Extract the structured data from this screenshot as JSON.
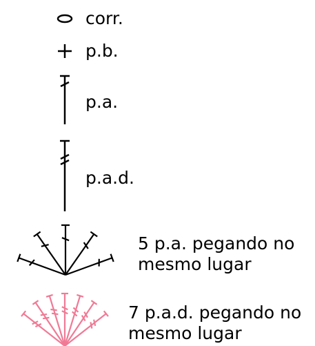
{
  "legend": {
    "items": [
      {
        "id": "chain",
        "symbol": "oval-icon",
        "label": "corr."
      },
      {
        "id": "single-crochet",
        "symbol": "plus-icon",
        "label": "p.b."
      },
      {
        "id": "double-crochet",
        "symbol": "one-bar-stitch-icon",
        "label": "p.a."
      },
      {
        "id": "treble-crochet",
        "symbol": "two-bar-stitch-icon",
        "label": "p.a.d."
      },
      {
        "id": "five-dc-shell",
        "symbol": "fan-5-stitch-icon",
        "label_line1": "5 p.a. pegando no",
        "label_line2": "mesmo lugar"
      },
      {
        "id": "seven-tr-shell",
        "symbol": "fan-7-stitch-icon",
        "label_line1": "7 p.a.d. pegando no",
        "label_line2": "mesmo lugar"
      }
    ]
  },
  "colors": {
    "symbol_default": "#000000",
    "symbol_highlight": "#f07a95",
    "text": "#000000"
  }
}
